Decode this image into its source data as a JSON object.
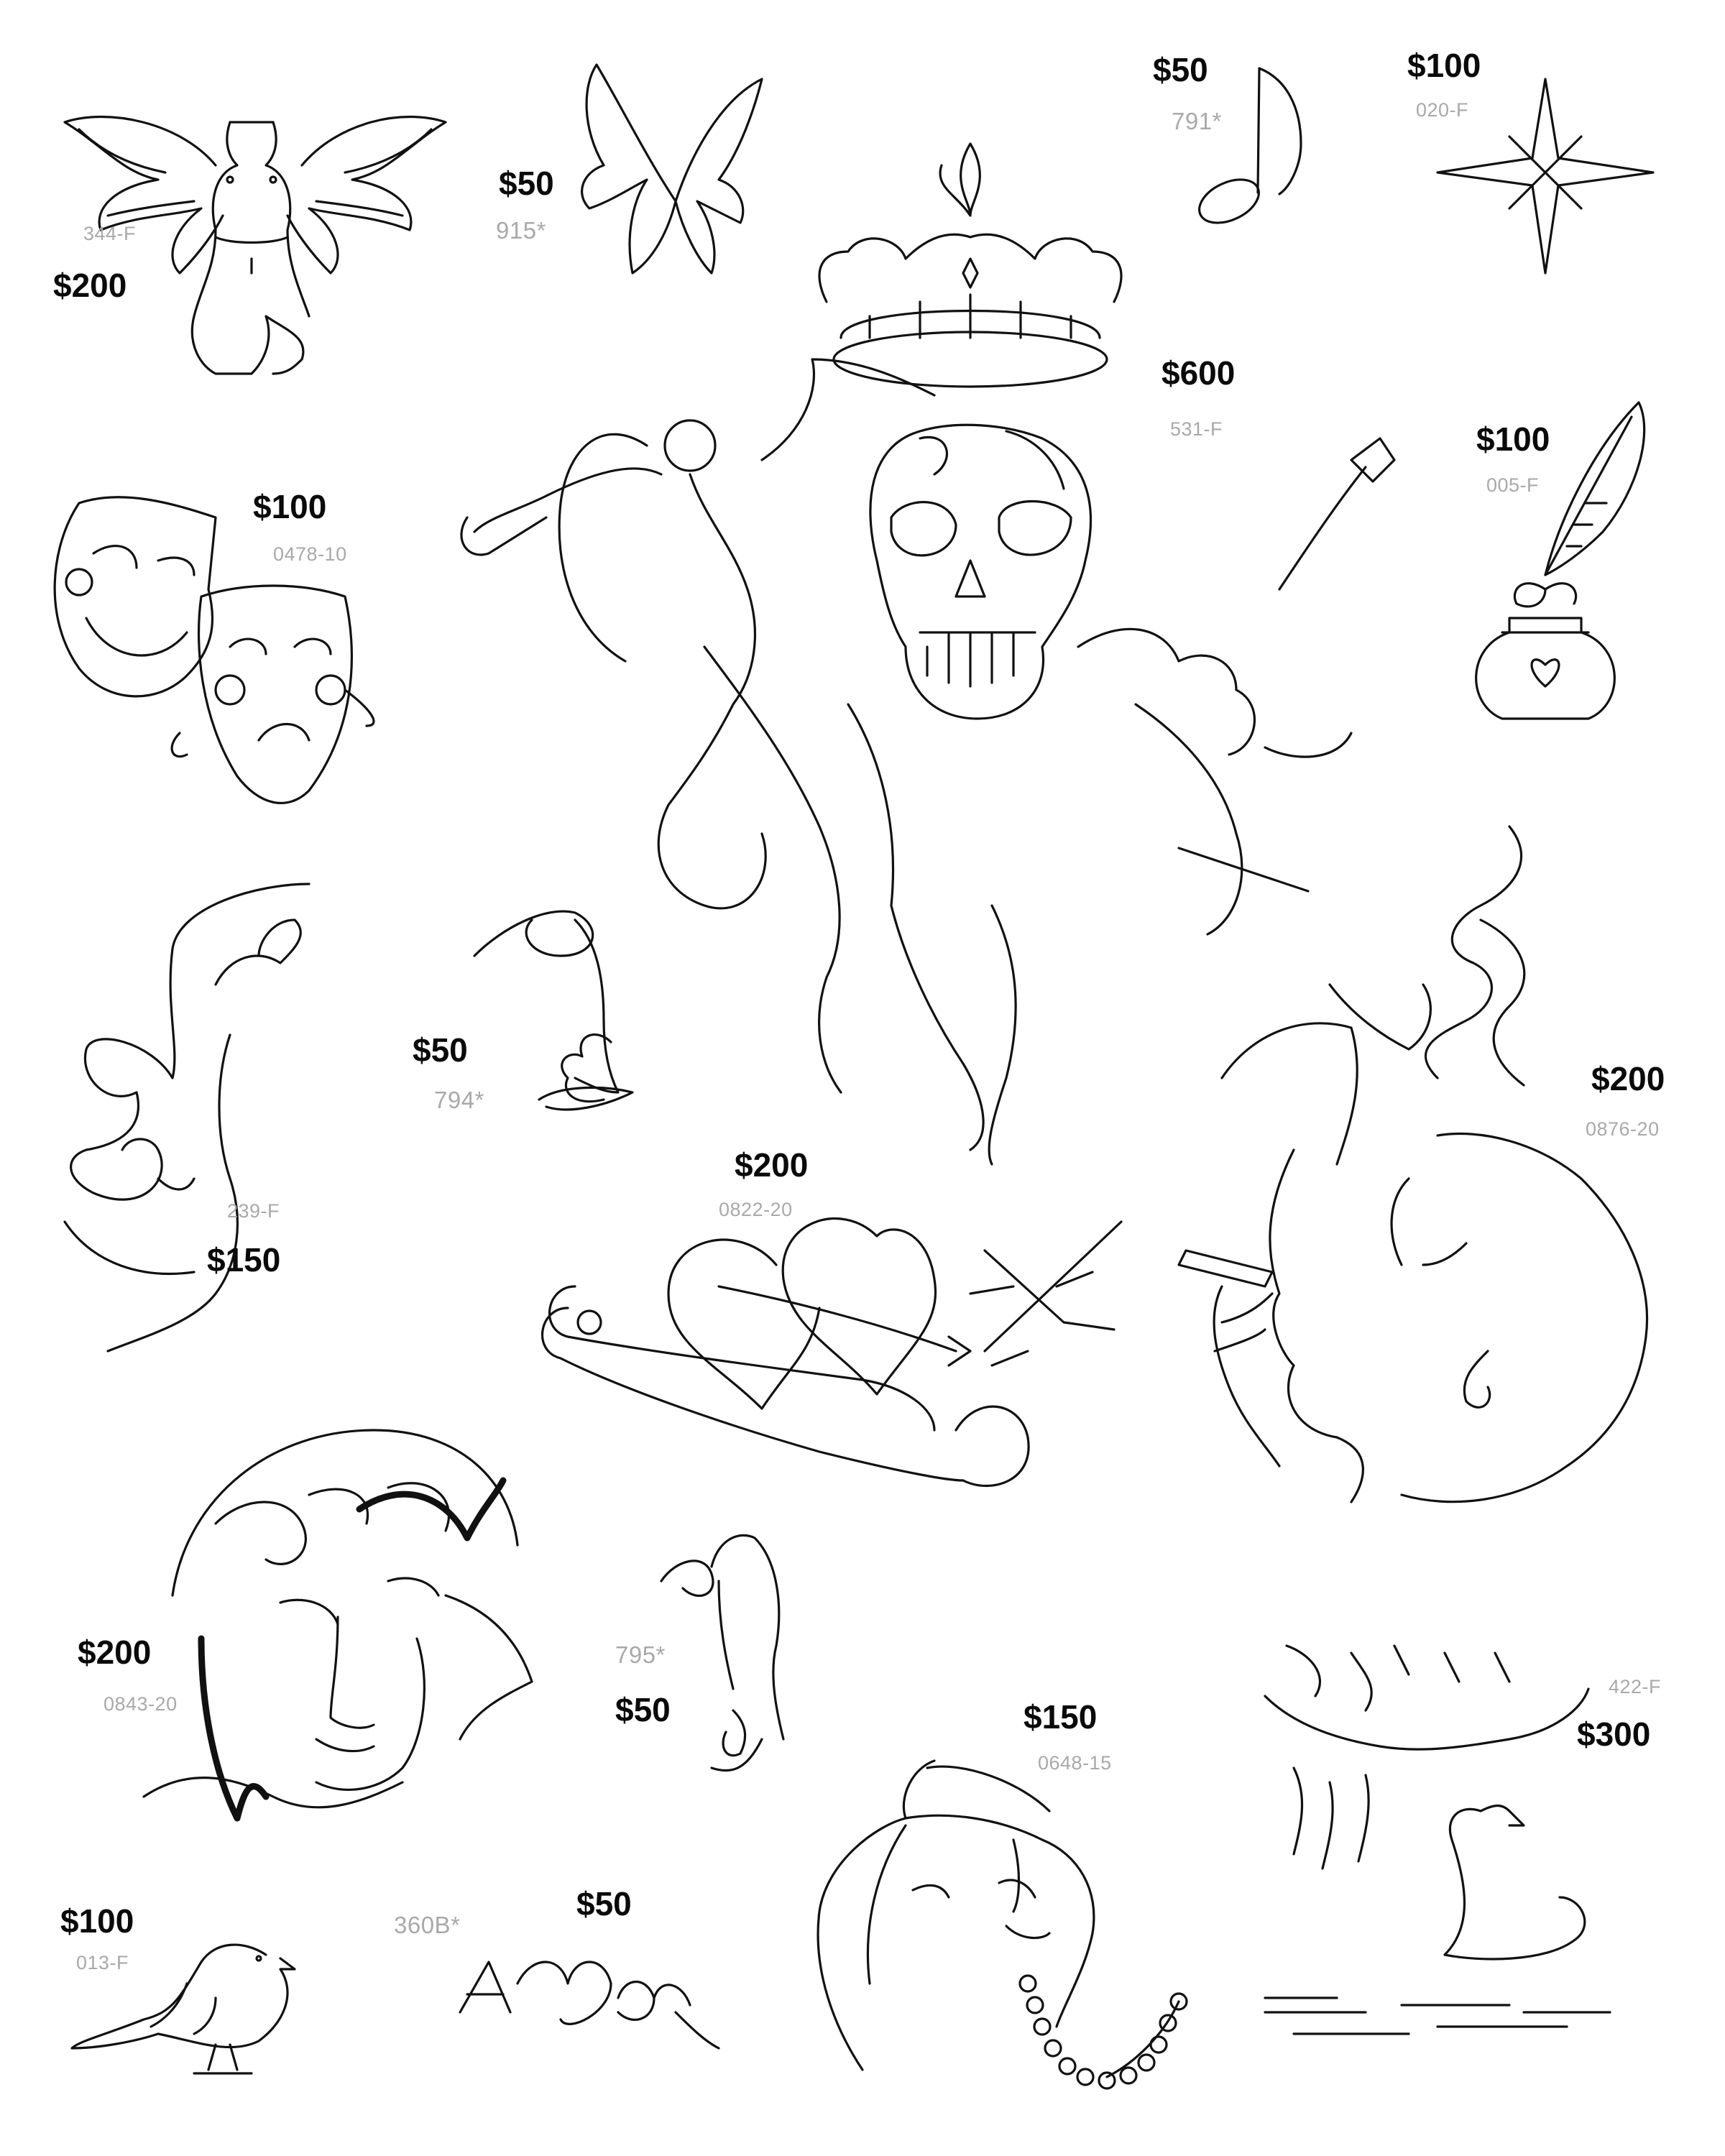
{
  "items": [
    {
      "name": "winged-torso",
      "price": "$200",
      "code": "344-F"
    },
    {
      "name": "butterfly",
      "price": "$50",
      "code": "915*"
    },
    {
      "name": "music-note",
      "price": "$50",
      "code": "791*"
    },
    {
      "name": "north-star",
      "price": "$100",
      "code": "020-F"
    },
    {
      "name": "crowned-skull-angels",
      "price": "$600",
      "code": "531-F"
    },
    {
      "name": "quill-inkwell",
      "price": "$100",
      "code": "005-F"
    },
    {
      "name": "theater-masks",
      "price": "$100",
      "code": "0478-10"
    },
    {
      "name": "line-face-large",
      "price": "$150",
      "code": "239-F"
    },
    {
      "name": "line-face-small",
      "price": "$50",
      "code": "794*"
    },
    {
      "name": "smoking-woman",
      "price": "$200",
      "code": "0876-20"
    },
    {
      "name": "safety-pin-hearts",
      "price": "$200",
      "code": "0822-20"
    },
    {
      "name": "sketch-portrait",
      "price": "$200",
      "code": "0843-20"
    },
    {
      "name": "line-face-profile",
      "price": "$50",
      "code": "795*"
    },
    {
      "name": "pearl-woman",
      "price": "$150",
      "code": "0648-15"
    },
    {
      "name": "swan",
      "price": "$300",
      "code": "422-F"
    },
    {
      "name": "robin",
      "price": "$100",
      "code": "013-F"
    },
    {
      "name": "amor-lettering",
      "price": "$50",
      "code": "360B*"
    }
  ]
}
